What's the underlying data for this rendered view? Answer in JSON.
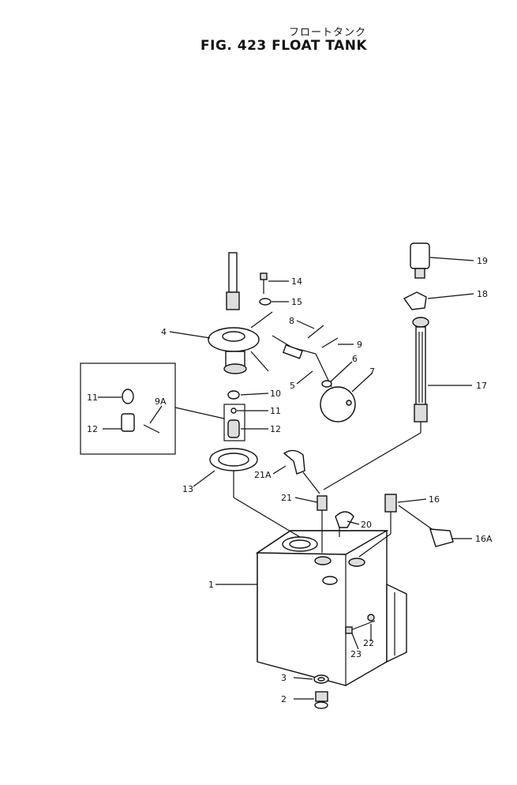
{
  "header": {
    "japanese_title": "フロートタンク",
    "figure_title": "FIG. 423  FLOAT TANK"
  },
  "callouts": {
    "c1": "1",
    "c2": "2",
    "c3": "3",
    "c4": "4",
    "c5": "5",
    "c6": "6",
    "c7": "7",
    "c8": "8",
    "c9": "9",
    "c9a": "9A",
    "c10": "10",
    "c11": "11",
    "c11b": "11",
    "c12": "12",
    "c12b": "12",
    "c13": "13",
    "c14": "14",
    "c15": "15",
    "c16": "16",
    "c16a": "16A",
    "c17": "17",
    "c18": "18",
    "c19": "19",
    "c20": "20",
    "c21": "21",
    "c21a": "21A",
    "c22": "22",
    "c23": "23"
  }
}
